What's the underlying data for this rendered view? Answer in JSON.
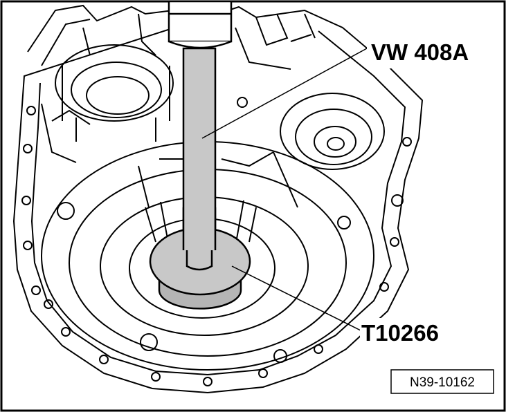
{
  "labels": {
    "tool_top": "VW 408A",
    "tool_bottom": "T10266"
  },
  "figure_ref": "N39-10162",
  "colors": {
    "line": "#000000",
    "tool_fill": "#c8c8c8",
    "background": "#ffffff"
  }
}
